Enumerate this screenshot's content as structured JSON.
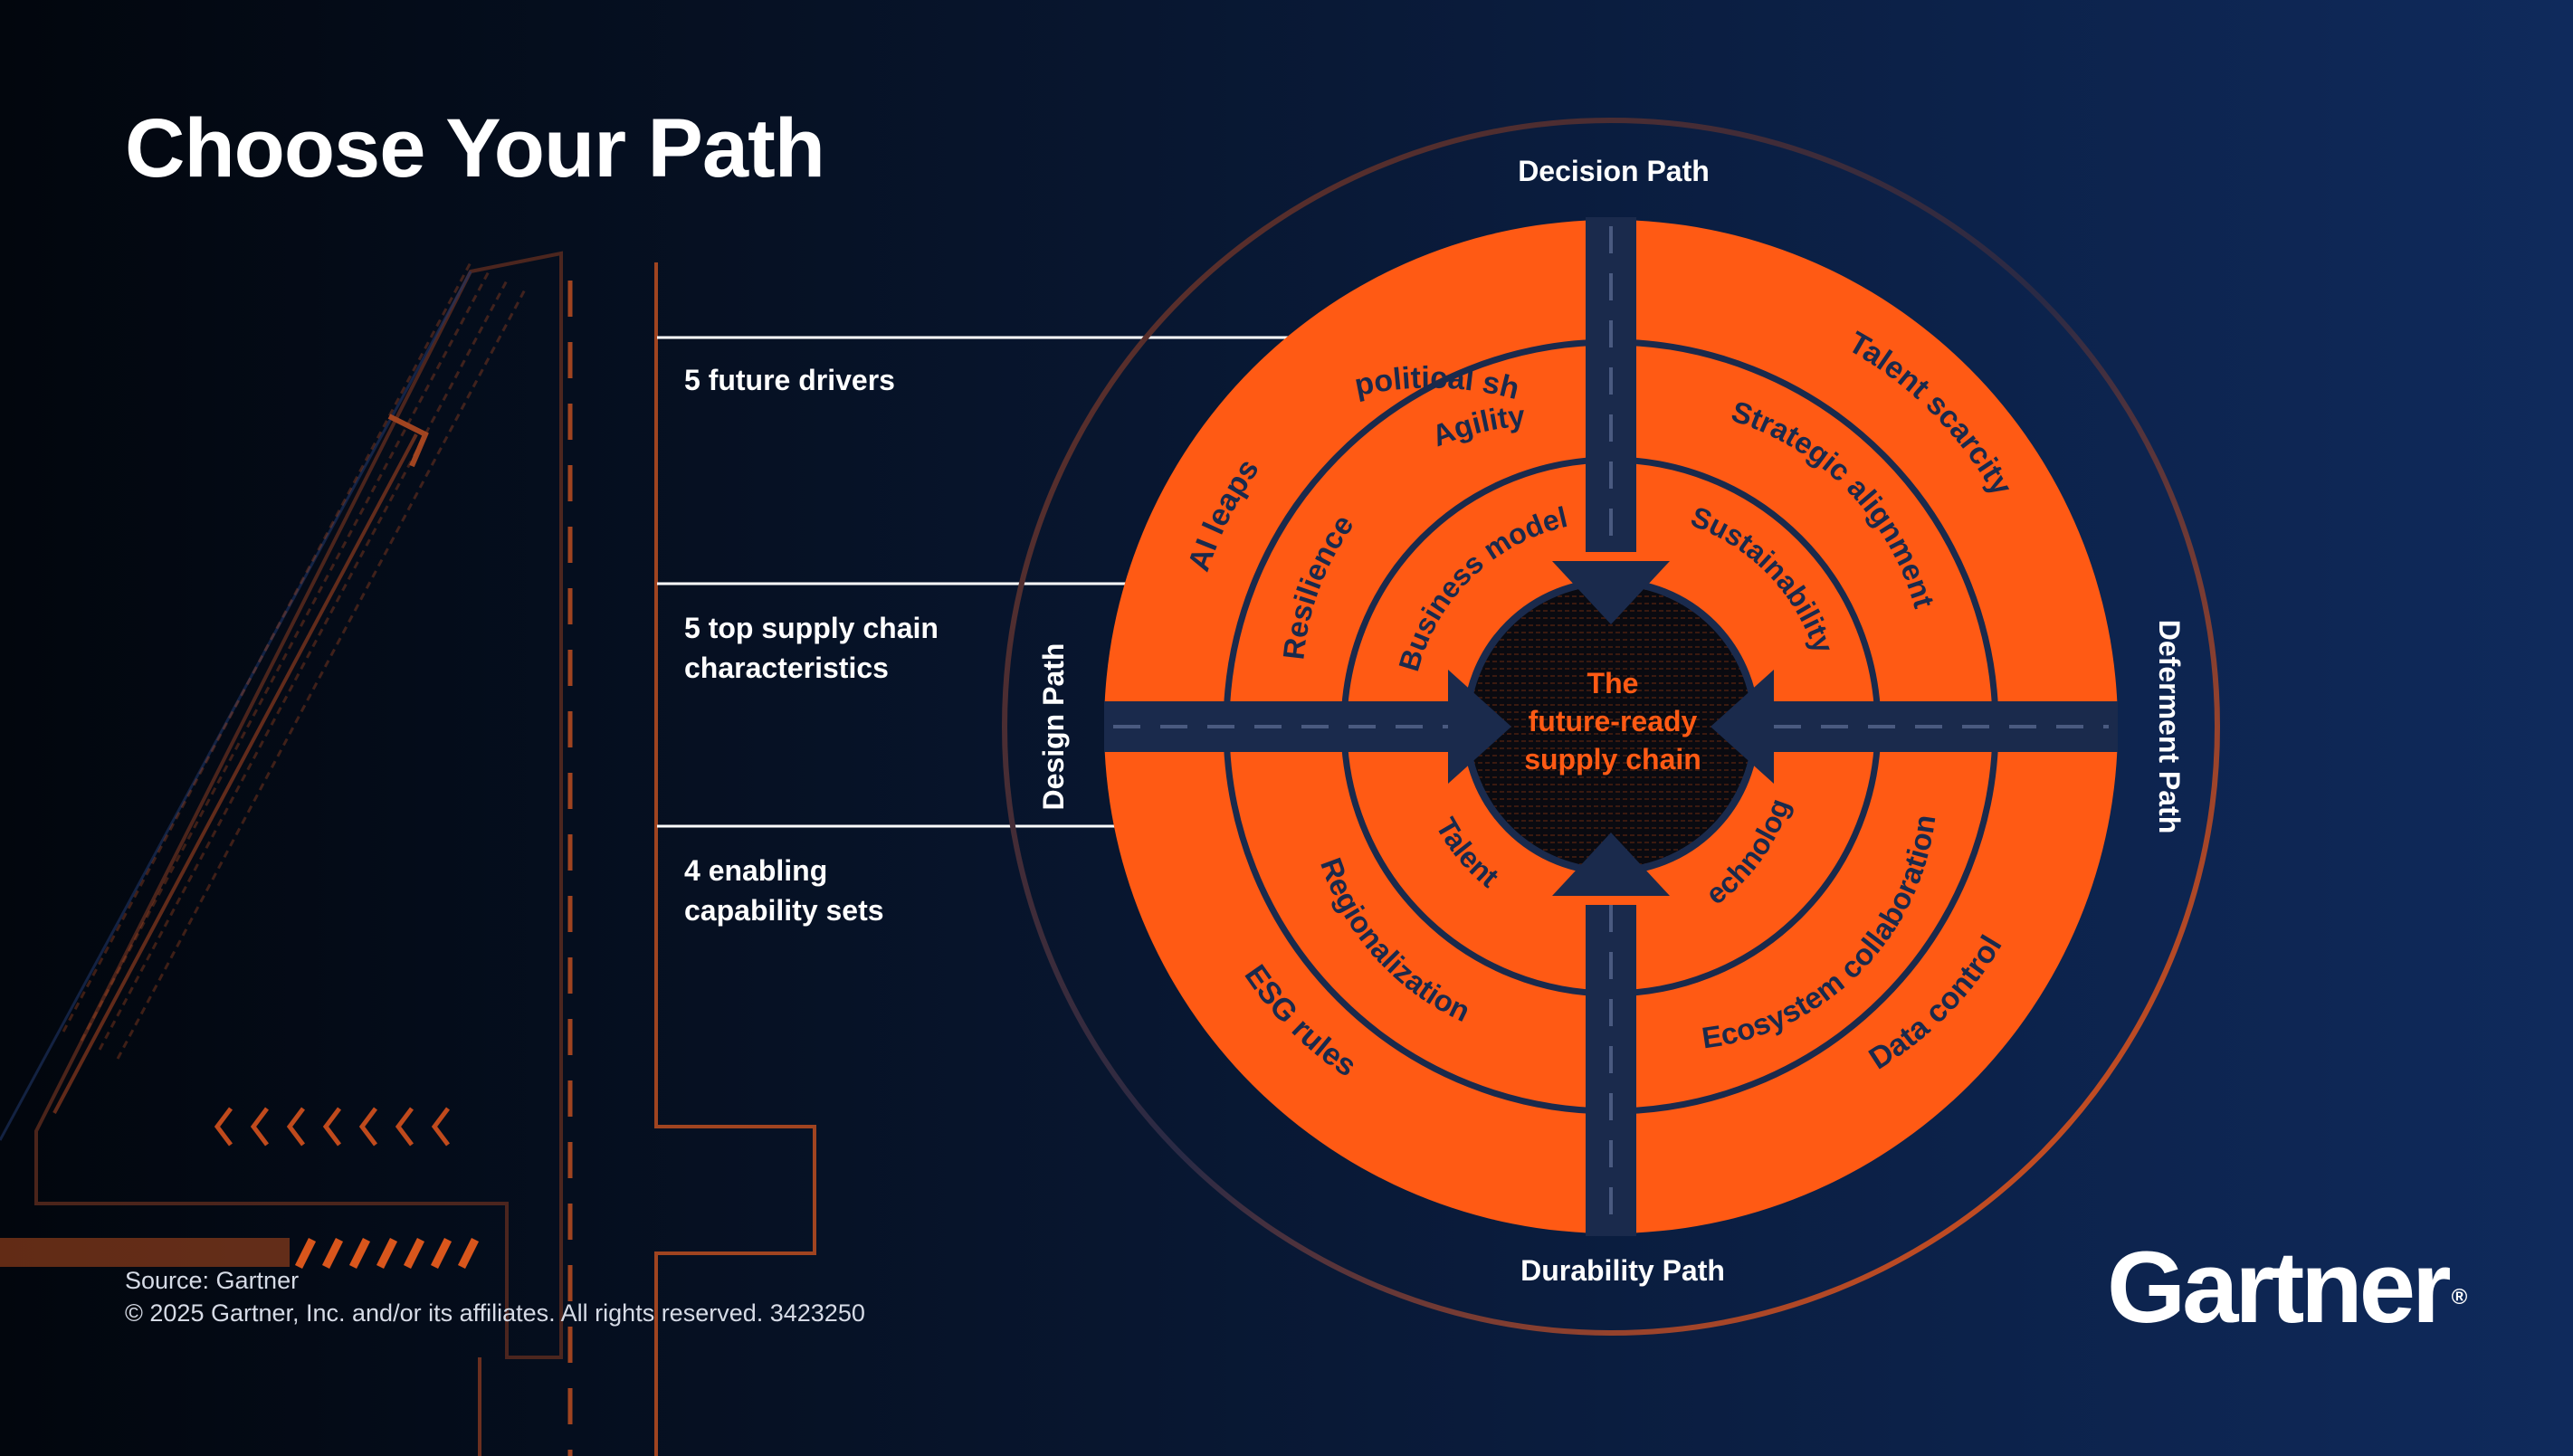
{
  "title": "Choose Your Path",
  "callouts": [
    {
      "label": "5 future drivers"
    },
    {
      "label": "5 top supply chain characteristics"
    },
    {
      "label": "4 enabling capability sets"
    }
  ],
  "paths": {
    "top": "Decision Path",
    "right": "Deferment Path",
    "bottom": "Durability Path",
    "left": "Design Path"
  },
  "rings": {
    "outer_drivers": [
      "Geopolitical shifts",
      "Talent scarcity",
      "Data control",
      "ESG rules",
      "AI leaps"
    ],
    "middle_characteristics": [
      "Agility",
      "Strategic alignment",
      "Ecosystem collaboration",
      "Regionalization",
      "Resilience"
    ],
    "inner_capabilities": [
      "Business model",
      "Sustainability",
      "Technology",
      "Talent"
    ]
  },
  "center": {
    "line1": "The",
    "line2": "future-ready",
    "line3": "supply chain"
  },
  "source": {
    "line1": "Source: Gartner",
    "line2": "© 2025 Gartner, Inc. and/or its affiliates. All rights reserved. 3423250"
  },
  "brand": {
    "name": "Gartner",
    "mark": "®"
  },
  "colors": {
    "accent": "#ff5a14",
    "road": "#1a2a4c",
    "background": "#061124",
    "text": "#ffffff"
  }
}
